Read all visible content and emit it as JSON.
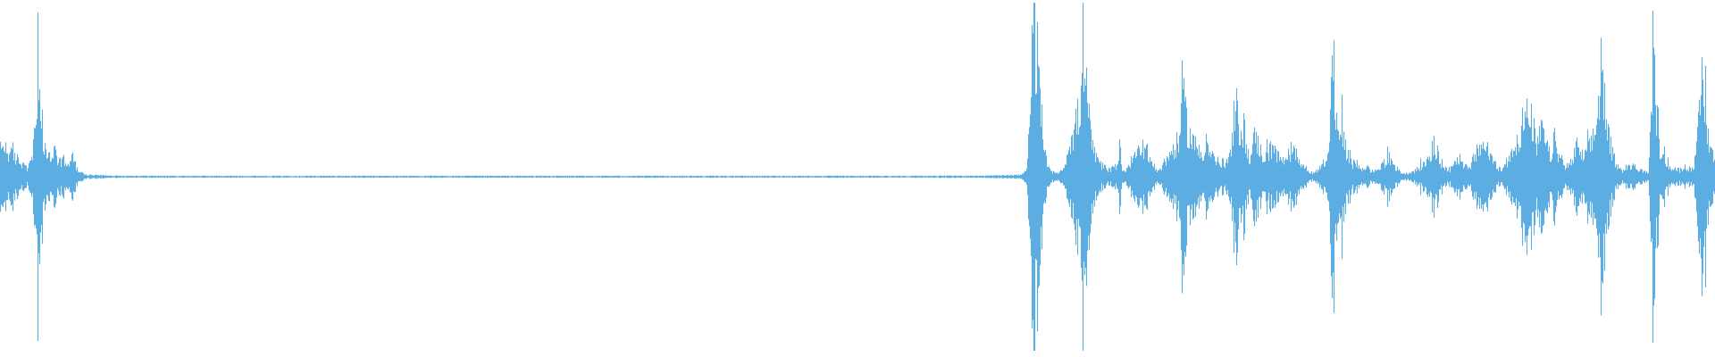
{
  "waveform": {
    "color": "#5DADE2",
    "background": "#FFFFFF",
    "total_columns": 1920,
    "envelope_keypoints": [
      [
        0,
        0.16
      ],
      [
        5,
        0.18
      ],
      [
        10,
        0.14
      ],
      [
        15,
        0.12
      ],
      [
        20,
        0.1
      ],
      [
        25,
        0.07
      ],
      [
        30,
        0.05
      ],
      [
        34,
        0.08
      ],
      [
        38,
        0.22
      ],
      [
        42,
        0.55
      ],
      [
        45,
        0.32
      ],
      [
        48,
        0.18
      ],
      [
        52,
        0.14
      ],
      [
        56,
        0.12
      ],
      [
        60,
        0.16
      ],
      [
        64,
        0.1
      ],
      [
        68,
        0.08
      ],
      [
        72,
        0.11
      ],
      [
        76,
        0.06
      ],
      [
        80,
        0.13
      ],
      [
        84,
        0.07
      ],
      [
        88,
        0.03
      ],
      [
        95,
        0.012
      ],
      [
        130,
        0.006
      ],
      [
        200,
        0.005
      ],
      [
        400,
        0.005
      ],
      [
        600,
        0.005
      ],
      [
        800,
        0.005
      ],
      [
        1000,
        0.005
      ],
      [
        1100,
        0.006
      ],
      [
        1140,
        0.01
      ],
      [
        1148,
        0.03
      ],
      [
        1152,
        0.25
      ],
      [
        1155,
        0.8
      ],
      [
        1158,
        0.9
      ],
      [
        1161,
        0.7
      ],
      [
        1164,
        0.42
      ],
      [
        1167,
        0.28
      ],
      [
        1170,
        0.12
      ],
      [
        1175,
        0.05
      ],
      [
        1180,
        0.02
      ],
      [
        1186,
        0.03
      ],
      [
        1190,
        0.05
      ],
      [
        1195,
        0.16
      ],
      [
        1200,
        0.24
      ],
      [
        1205,
        0.33
      ],
      [
        1210,
        0.45
      ],
      [
        1212,
        0.95
      ],
      [
        1215,
        0.55
      ],
      [
        1218,
        0.38
      ],
      [
        1222,
        0.2
      ],
      [
        1226,
        0.12
      ],
      [
        1230,
        0.08
      ],
      [
        1235,
        0.06
      ],
      [
        1240,
        0.04
      ],
      [
        1245,
        0.05
      ],
      [
        1250,
        0.07
      ],
      [
        1253,
        0.2
      ],
      [
        1256,
        0.05
      ],
      [
        1260,
        0.03
      ],
      [
        1265,
        0.08
      ],
      [
        1270,
        0.12
      ],
      [
        1275,
        0.16
      ],
      [
        1280,
        0.18
      ],
      [
        1285,
        0.14
      ],
      [
        1290,
        0.07
      ],
      [
        1295,
        0.04
      ],
      [
        1300,
        0.05
      ],
      [
        1305,
        0.1
      ],
      [
        1310,
        0.14
      ],
      [
        1315,
        0.18
      ],
      [
        1320,
        0.22
      ],
      [
        1323,
        0.52
      ],
      [
        1326,
        0.4
      ],
      [
        1330,
        0.27
      ],
      [
        1335,
        0.22
      ],
      [
        1340,
        0.16
      ],
      [
        1345,
        0.13
      ],
      [
        1350,
        0.2
      ],
      [
        1355,
        0.14
      ],
      [
        1360,
        0.1
      ],
      [
        1365,
        0.09
      ],
      [
        1370,
        0.08
      ],
      [
        1375,
        0.1
      ],
      [
        1380,
        0.22
      ],
      [
        1384,
        0.4
      ],
      [
        1388,
        0.28
      ],
      [
        1392,
        0.3
      ],
      [
        1396,
        0.14
      ],
      [
        1400,
        0.12
      ],
      [
        1405,
        0.26
      ],
      [
        1410,
        0.16
      ],
      [
        1415,
        0.12
      ],
      [
        1420,
        0.14
      ],
      [
        1425,
        0.2
      ],
      [
        1430,
        0.12
      ],
      [
        1435,
        0.1
      ],
      [
        1440,
        0.09
      ],
      [
        1445,
        0.12
      ],
      [
        1450,
        0.16
      ],
      [
        1455,
        0.1
      ],
      [
        1460,
        0.06
      ],
      [
        1465,
        0.03
      ],
      [
        1470,
        0.02
      ],
      [
        1475,
        0.04
      ],
      [
        1480,
        0.07
      ],
      [
        1485,
        0.14
      ],
      [
        1489,
        0.3
      ],
      [
        1492,
        0.72
      ],
      [
        1495,
        0.4
      ],
      [
        1498,
        0.22
      ],
      [
        1502,
        0.34
      ],
      [
        1505,
        0.2
      ],
      [
        1510,
        0.1
      ],
      [
        1515,
        0.08
      ],
      [
        1520,
        0.06
      ],
      [
        1525,
        0.05
      ],
      [
        1530,
        0.06
      ],
      [
        1535,
        0.03
      ],
      [
        1540,
        0.04
      ],
      [
        1545,
        0.05
      ],
      [
        1550,
        0.09
      ],
      [
        1555,
        0.11
      ],
      [
        1560,
        0.07
      ],
      [
        1565,
        0.04
      ],
      [
        1570,
        0.02
      ],
      [
        1575,
        0.02
      ],
      [
        1580,
        0.03
      ],
      [
        1585,
        0.04
      ],
      [
        1590,
        0.06
      ],
      [
        1595,
        0.08
      ],
      [
        1600,
        0.12
      ],
      [
        1605,
        0.22
      ],
      [
        1608,
        0.13
      ],
      [
        1612,
        0.09
      ],
      [
        1618,
        0.06
      ],
      [
        1623,
        0.04
      ],
      [
        1628,
        0.08
      ],
      [
        1632,
        0.12
      ],
      [
        1636,
        0.1
      ],
      [
        1640,
        0.06
      ],
      [
        1645,
        0.05
      ],
      [
        1650,
        0.12
      ],
      [
        1655,
        0.16
      ],
      [
        1660,
        0.18
      ],
      [
        1665,
        0.15
      ],
      [
        1670,
        0.11
      ],
      [
        1675,
        0.06
      ],
      [
        1680,
        0.04
      ],
      [
        1685,
        0.07
      ],
      [
        1690,
        0.14
      ],
      [
        1695,
        0.18
      ],
      [
        1700,
        0.24
      ],
      [
        1704,
        0.32
      ],
      [
        1708,
        0.38
      ],
      [
        1712,
        0.3
      ],
      [
        1715,
        0.34
      ],
      [
        1720,
        0.16
      ],
      [
        1725,
        0.28
      ],
      [
        1730,
        0.2
      ],
      [
        1735,
        0.12
      ],
      [
        1740,
        0.22
      ],
      [
        1745,
        0.12
      ],
      [
        1750,
        0.08
      ],
      [
        1755,
        0.06
      ],
      [
        1760,
        0.1
      ],
      [
        1765,
        0.18
      ],
      [
        1770,
        0.12
      ],
      [
        1775,
        0.14
      ],
      [
        1780,
        0.18
      ],
      [
        1785,
        0.26
      ],
      [
        1788,
        0.36
      ],
      [
        1792,
        0.7
      ],
      [
        1795,
        0.5
      ],
      [
        1798,
        0.3
      ],
      [
        1802,
        0.2
      ],
      [
        1806,
        0.12
      ],
      [
        1810,
        0.06
      ],
      [
        1815,
        0.04
      ],
      [
        1818,
        0.03
      ],
      [
        1822,
        0.08
      ],
      [
        1845,
        0.02
      ],
      [
        1848,
        0.3
      ],
      [
        1850,
        0.85
      ],
      [
        1852,
        0.6
      ],
      [
        1855,
        0.3
      ],
      [
        1858,
        0.18
      ],
      [
        1862,
        0.12
      ],
      [
        1866,
        0.08
      ],
      [
        1870,
        0.06
      ],
      [
        1875,
        0.05
      ],
      [
        1880,
        0.04
      ],
      [
        1885,
        0.06
      ],
      [
        1890,
        0.05
      ],
      [
        1895,
        0.04
      ],
      [
        1898,
        0.1
      ],
      [
        1902,
        0.35
      ],
      [
        1905,
        0.6
      ],
      [
        1908,
        0.45
      ],
      [
        1911,
        0.28
      ],
      [
        1914,
        0.2
      ],
      [
        1917,
        0.14
      ],
      [
        1919,
        0.1
      ]
    ]
  }
}
